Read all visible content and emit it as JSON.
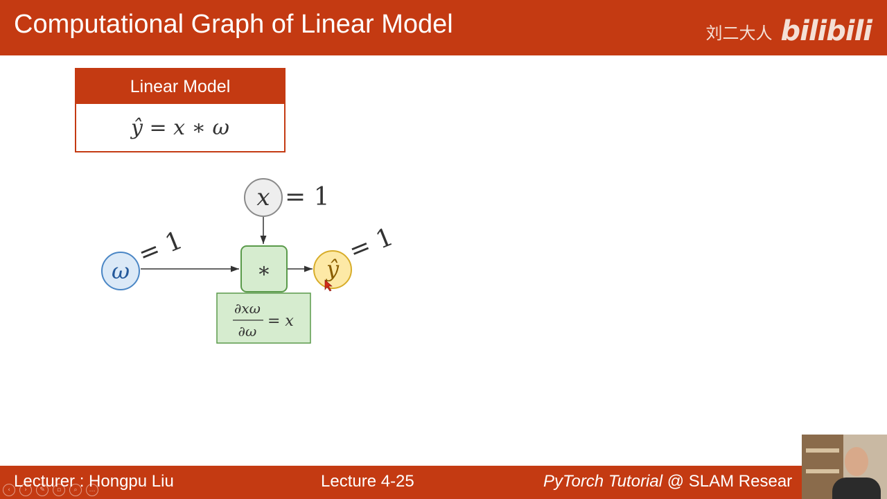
{
  "header": {
    "title": "Computational Graph of Linear Model",
    "author": "刘二大人",
    "logo": "bilibili"
  },
  "model_box": {
    "title": "Linear Model",
    "equation": "ŷ = x ∗ ω"
  },
  "graph": {
    "x_node": "x",
    "x_value": "= 1",
    "w_node": "ω",
    "w_value": "= 1",
    "op_node": "∗",
    "yhat_node": "ŷ",
    "yhat_value": "= 1",
    "grad_numerator": "∂xω",
    "grad_denominator": "∂ω",
    "grad_result": "= x"
  },
  "footer": {
    "lecturer": "Lecturer : Hongpu Liu",
    "lecture": "Lecture 4-25",
    "course_italic": "PyTorch Tutorial",
    "course_rest": " @ SLAM Resear"
  },
  "nav": {
    "prev": "‹",
    "next": "›",
    "pen": "✎",
    "slides": "▫",
    "zoom": "⌕",
    "more": "…"
  },
  "colors": {
    "accent": "#c43a12",
    "node_x_fill": "#eeeeee",
    "node_w_fill": "#dbe9f7",
    "node_w_stroke": "#4a86c5",
    "op_fill": "#d6eccf",
    "op_stroke": "#5a9a4a",
    "yhat_fill": "#fde9a6",
    "yhat_stroke": "#d8ad2a"
  }
}
